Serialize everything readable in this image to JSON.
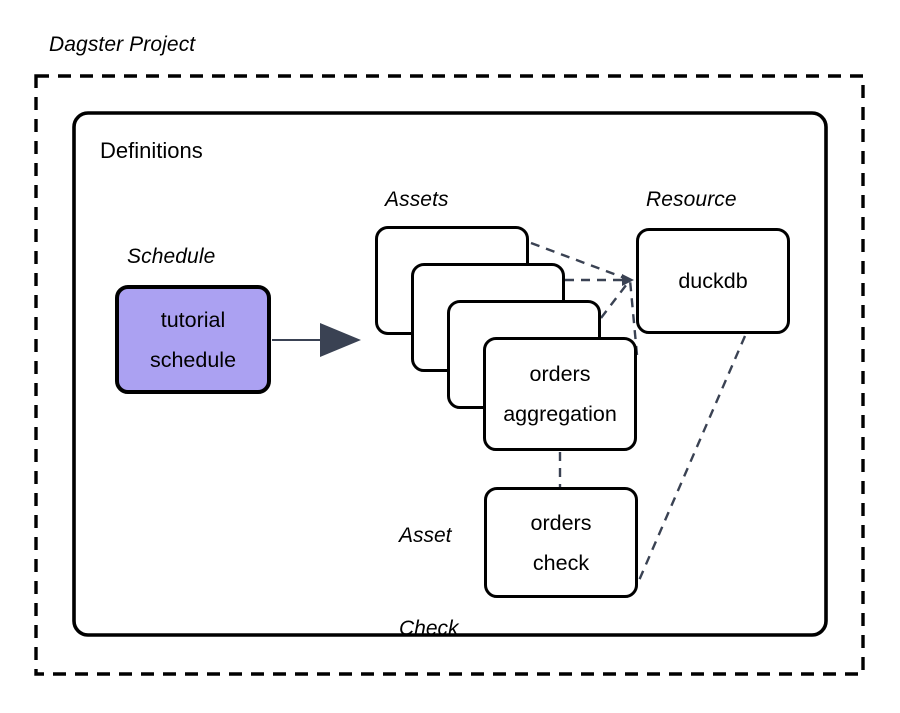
{
  "diagram": {
    "title": "Dagster Project",
    "inner_container_label": "Definitions",
    "group_labels": {
      "schedule": "Schedule",
      "assets": "Assets",
      "resource": "Resource",
      "asset_check_line1": "Asset",
      "asset_check_line2": "Check"
    },
    "nodes": {
      "schedule": {
        "line1": "tutorial",
        "line2": "schedule"
      },
      "asset_front": {
        "line1": "orders",
        "line2": "aggregation"
      },
      "resource": {
        "line1": "duckdb"
      },
      "asset_check": {
        "line1": "orders",
        "line2": "check"
      }
    },
    "asset_stack_count": 4,
    "colors": {
      "schedule_fill": "#ABA1F2",
      "node_stroke": "#000000",
      "node_fill": "#FFFFFF",
      "connector": "#3A4253",
      "dashed_frame": "#000000",
      "background": "#FFFFFF"
    }
  }
}
